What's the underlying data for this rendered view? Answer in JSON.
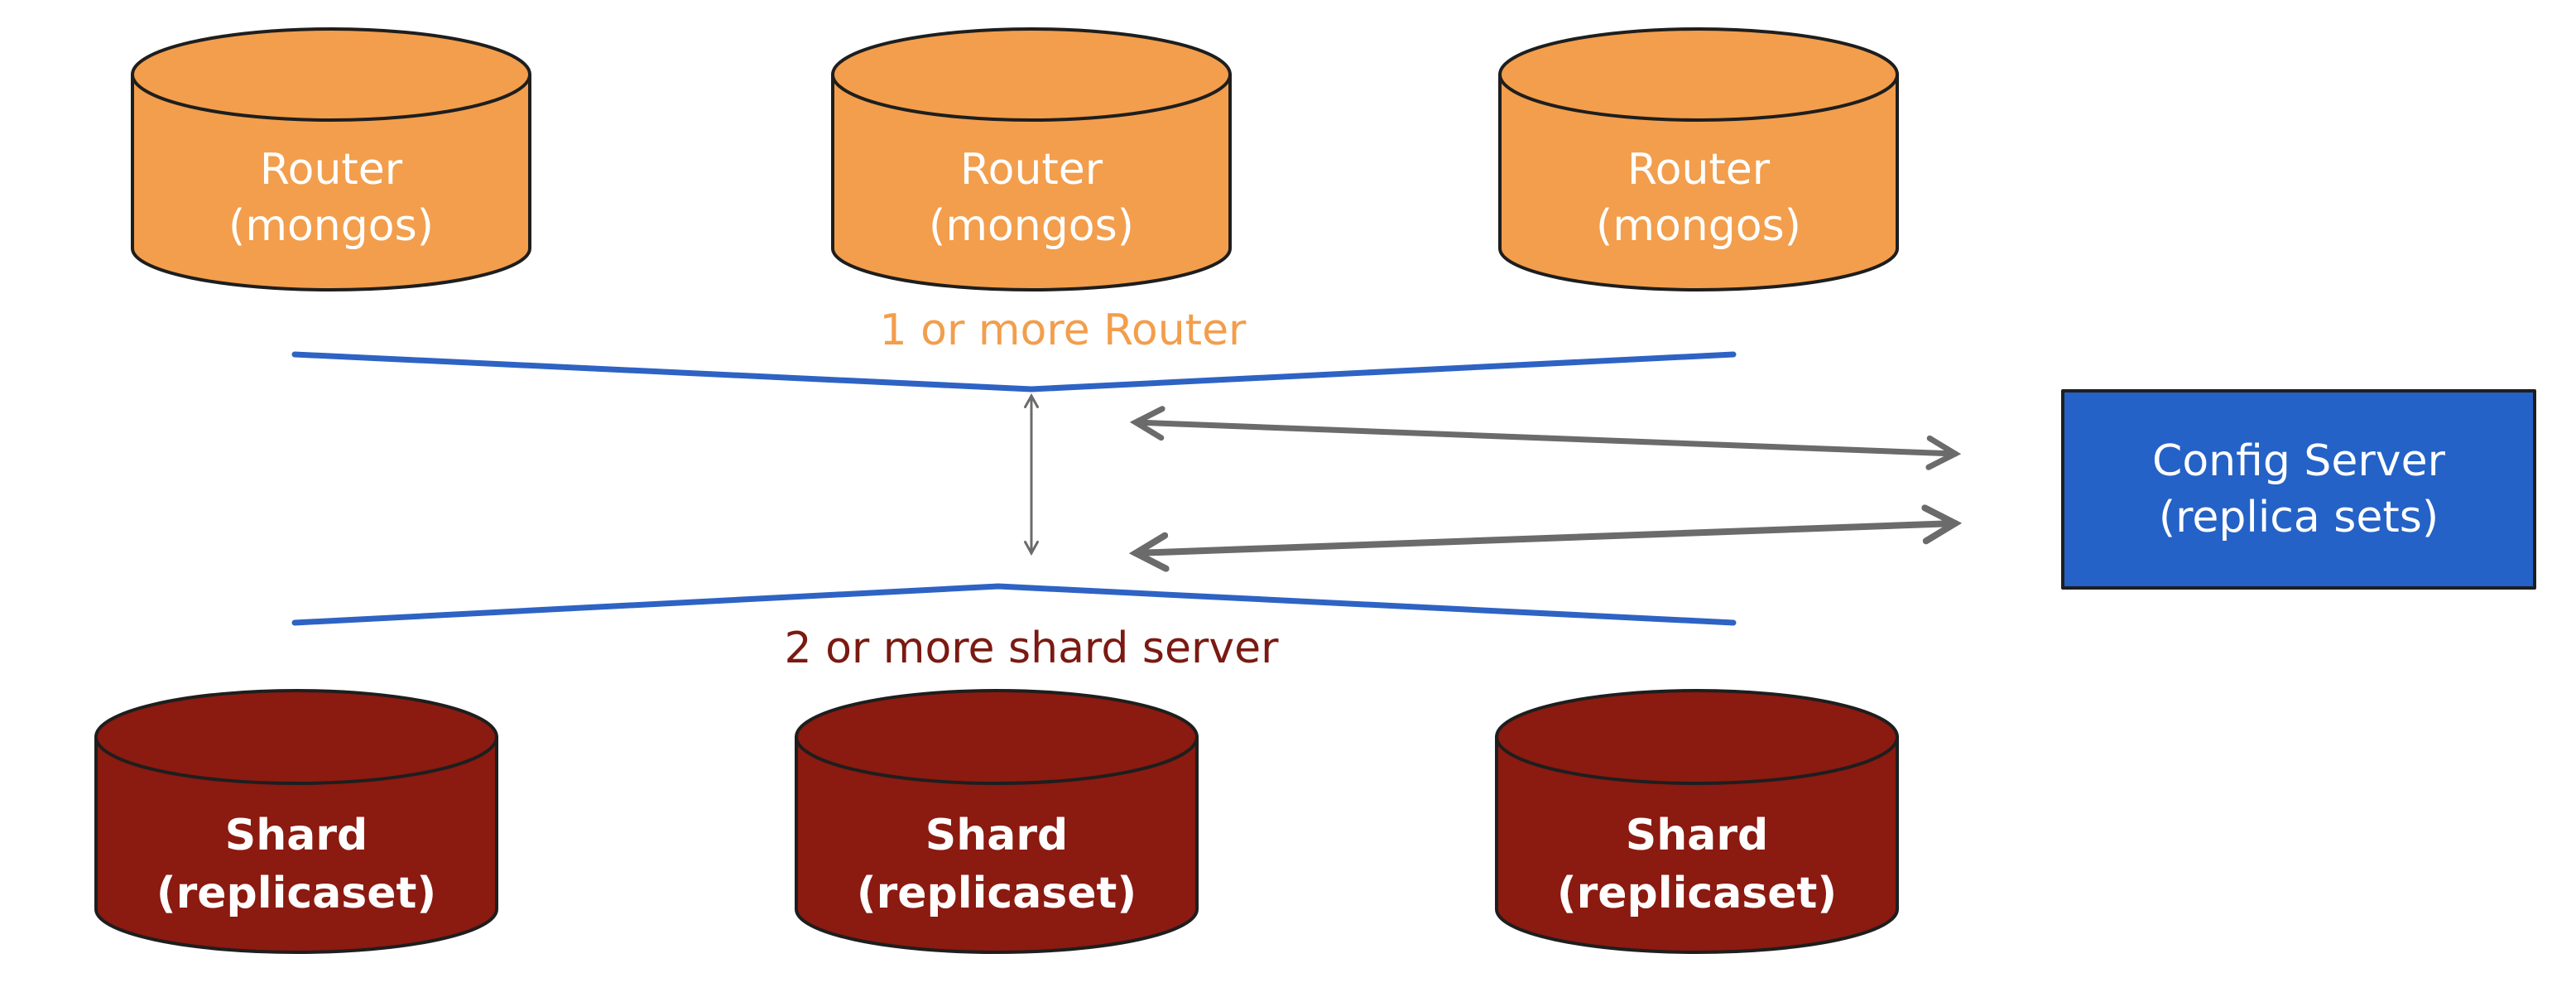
{
  "routers": [
    {
      "line1": "Router",
      "line2": "(mongos)"
    },
    {
      "line1": "Router",
      "line2": "(mongos)"
    },
    {
      "line1": "Router",
      "line2": "(mongos)"
    }
  ],
  "router_group_label": "1 or more Router",
  "shards": [
    {
      "line1": "Shard",
      "line2": "(replicaset)"
    },
    {
      "line1": "Shard",
      "line2": "(replicaset)"
    },
    {
      "line1": "Shard",
      "line2": "(replicaset)"
    }
  ],
  "shard_group_label": "2 or more shard server",
  "config_server": {
    "line1": "Config Server",
    "line2": "(replica sets)"
  },
  "colors": {
    "router_fill": "#f29e4c",
    "router_label": "#f29e4c",
    "shard_fill": "#8b1a10",
    "shard_label": "#7a1a12",
    "config_fill": "#2462c7",
    "divider_line": "#2e63c4",
    "arrow": "#6b6b6b"
  }
}
